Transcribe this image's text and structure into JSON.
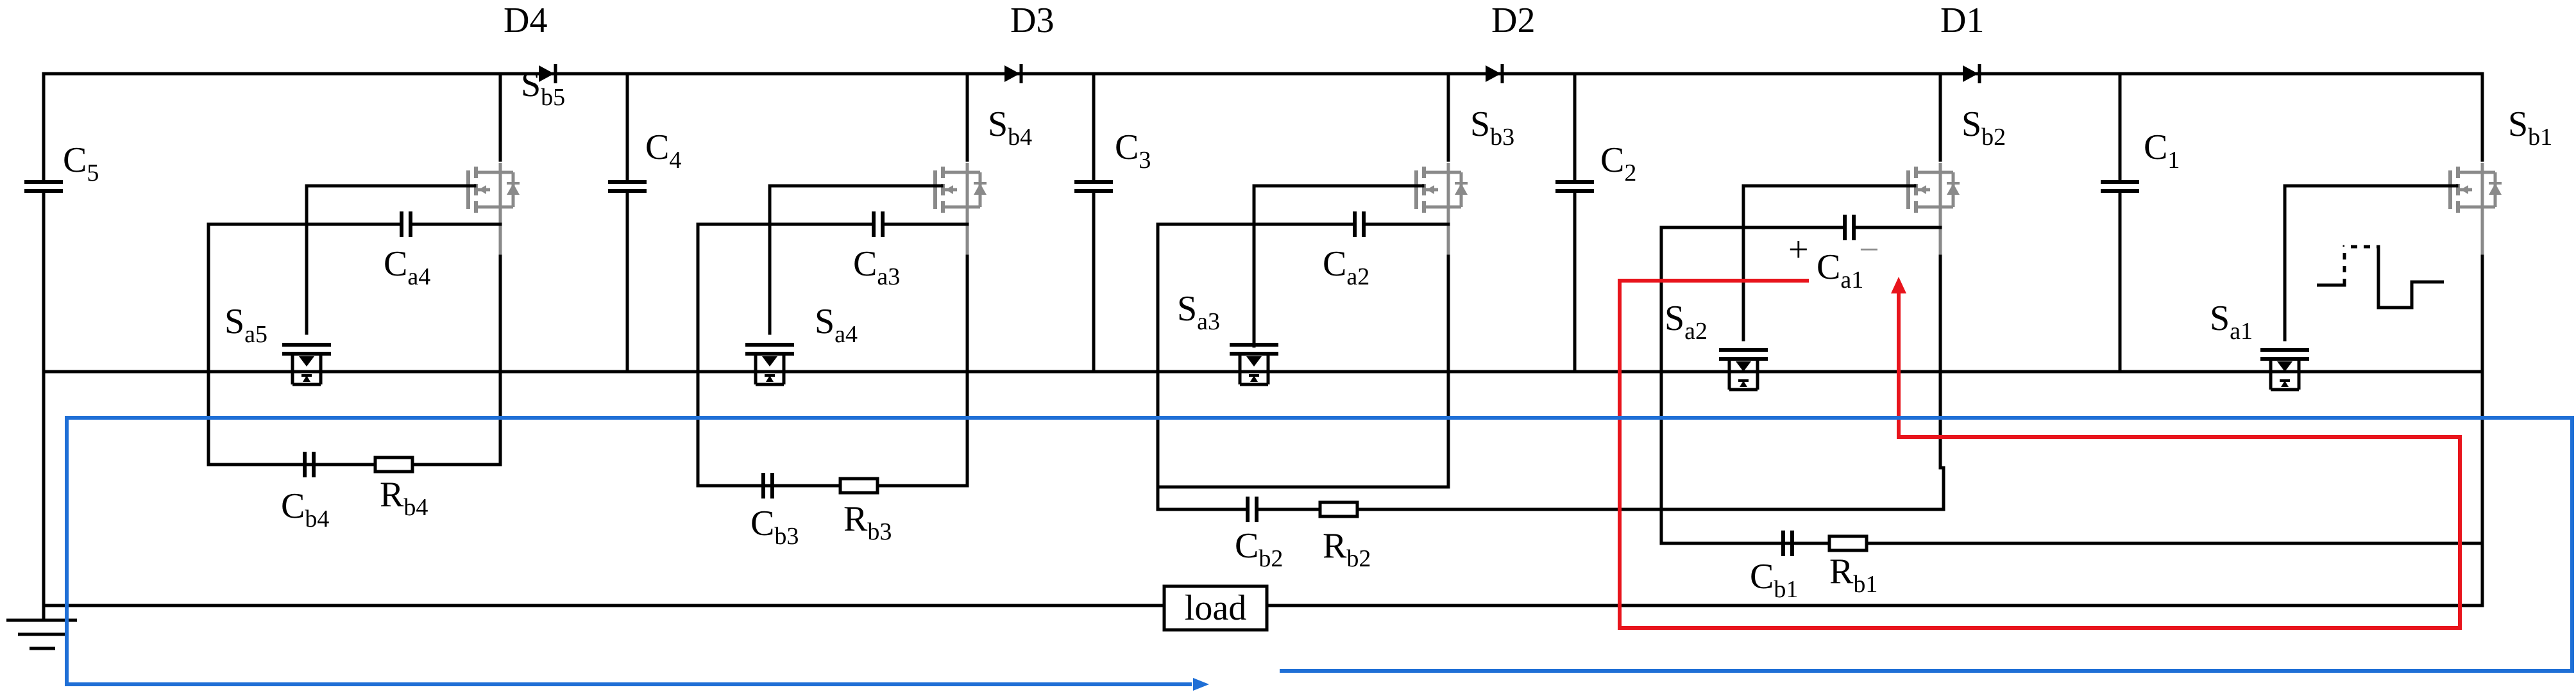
{
  "colors": {
    "wire": "#000000",
    "switch_gray": "#8a8a8a",
    "loop_red": "#e8141c",
    "loop_blue": "#1f6fd6"
  },
  "labels": {
    "d4": "D4",
    "d3": "D3",
    "d2": "D2",
    "d1": "D1",
    "c5_main": "C",
    "c5_sub": "5",
    "c4_main": "C",
    "c4_sub": "4",
    "c3_main": "C",
    "c3_sub": "3",
    "c2_main": "C",
    "c2_sub": "2",
    "c1_main": "C",
    "c1_sub": "1",
    "sb5_main": "S",
    "sb5_sub": "b5",
    "sb4_main": "S",
    "sb4_sub": "b4",
    "sb3_main": "S",
    "sb3_sub": "b3",
    "sb2_main": "S",
    "sb2_sub": "b2",
    "sb1_main": "S",
    "sb1_sub": "b1",
    "sa5_main": "S",
    "sa5_sub": "a5",
    "sa4_main": "S",
    "sa4_sub": "a4",
    "sa3_main": "S",
    "sa3_sub": "a3",
    "sa2_main": "S",
    "sa2_sub": "a2",
    "sa1_main": "S",
    "sa1_sub": "a1",
    "ca4_main": "C",
    "ca4_sub": "a4",
    "ca3_main": "C",
    "ca3_sub": "a3",
    "ca2_main": "C",
    "ca2_sub": "a2",
    "ca1_main": "C",
    "ca1_sub": "a1",
    "cb4_main": "C",
    "cb4_sub": "b4",
    "rb4_main": "R",
    "rb4_sub": "b4",
    "cb3_main": "C",
    "cb3_sub": "b3",
    "rb3_main": "R",
    "rb3_sub": "b3",
    "cb2_main": "C",
    "cb2_sub": "b2",
    "rb2_main": "R",
    "rb2_sub": "b2",
    "cb1_main": "C",
    "cb1_sub": "b1",
    "rb1_main": "R",
    "rb1_sub": "b1",
    "plus": "+",
    "minus": "−",
    "load": "load"
  }
}
